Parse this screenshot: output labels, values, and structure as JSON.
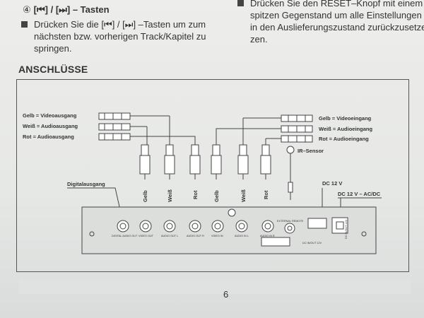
{
  "left_column": {
    "step_number": "④",
    "heading": "[⏮] / [⏭] – Tasten",
    "text_lines": [
      "Drücken Sie die  [⏮] / [⏭] –Tasten um zum",
      "nächsten bzw. vorherigen Track/Kapitel zu",
      "springen."
    ]
  },
  "right_column": {
    "text_lines": [
      "Drücken Sie den RESET–Knopf mit einem",
      "spitzen Gegenstand um alle Einstellungen",
      "in den Auslieferungszustand zurückzusetzen",
      "zen."
    ]
  },
  "section_title": "ANSCHLÜSSE",
  "diagram": {
    "left_outputs": [
      "Gelb = Videoausgang",
      "Weiß = Audioausgang",
      "Rot = Audioausgang"
    ],
    "right_inputs": [
      "Gelb = Videoeingang",
      "Weiß = Audioeingang",
      "Rot = Audioeingang"
    ],
    "plug_labels": [
      "Gelb",
      "Weiß",
      "Rot",
      "Gelb",
      "Weiß",
      "Rot"
    ],
    "ir_sensor": "IR–Sensor",
    "digital_out": "Digitalausgang",
    "dc_label": "DC 12 V",
    "dc_acdc_label": "DC 12 V – AC/DC",
    "port_labels": [
      "DIGITAL AUDIO OUT",
      "VIDEO OUT",
      "AUDIO OUT L",
      "AUDIO OUT R",
      "VIDEO IN",
      "AUDIO IN L",
      "AUDIO IN R",
      "EXTERNAL REMOTE",
      "DC IN/OUT 12V",
      "DC IN/OUT 12V"
    ]
  },
  "page_number": "6"
}
